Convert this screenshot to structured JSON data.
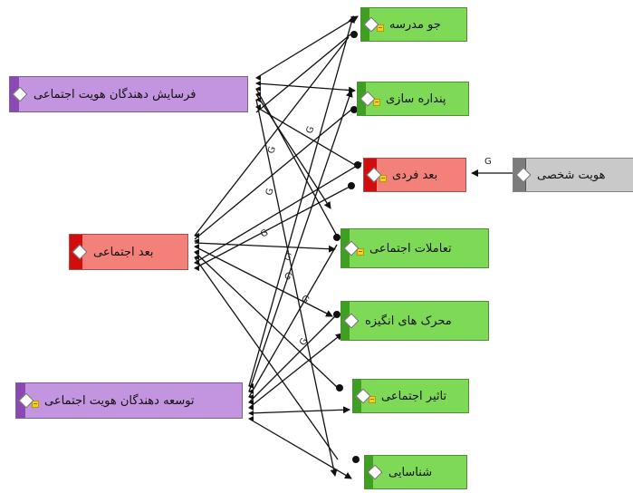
{
  "colors": {
    "green": "#7ed957",
    "purple": "#c394e0",
    "red": "#f4807a",
    "gray": "#c9c9c9",
    "edge": "#111111"
  },
  "nodes": {
    "jo_madrese": {
      "label": "جو مدرسه",
      "icons": [
        "diamond",
        "note"
      ]
    },
    "pendare_sazi": {
      "label": "پنداره سازی",
      "icons": [
        "diamond",
        "note"
      ]
    },
    "boad_fardi": {
      "label": "بعد فردی",
      "icons": [
        "diamond",
        "note"
      ]
    },
    "tamolat": {
      "label": "تعاملات اجتماعی",
      "icons": [
        "diamond",
        "note"
      ]
    },
    "moharek": {
      "label": "محرک های انگیزه",
      "icons": [
        "diamond"
      ]
    },
    "tasir": {
      "label": "تاثیر اجتماعی",
      "icons": [
        "diamond",
        "note"
      ]
    },
    "shenasayi": {
      "label": "شناسایی",
      "icons": [
        "diamond"
      ]
    },
    "farsayesh": {
      "label": "فرسایش  دهندگان هویت اجتماعی",
      "icons": [
        "diamond"
      ]
    },
    "boad_ejtemai": {
      "label": "بعد اجتماعی",
      "icons": [
        "diamond"
      ]
    },
    "tose": {
      "label": "توسعه دهندگان هویت اجتماعی",
      "icons": [
        "diamond",
        "note"
      ]
    },
    "hoviat": {
      "label": "هویت شخصی",
      "icons": [
        "diamond"
      ]
    }
  },
  "edge_labels": {
    "g": "G"
  }
}
